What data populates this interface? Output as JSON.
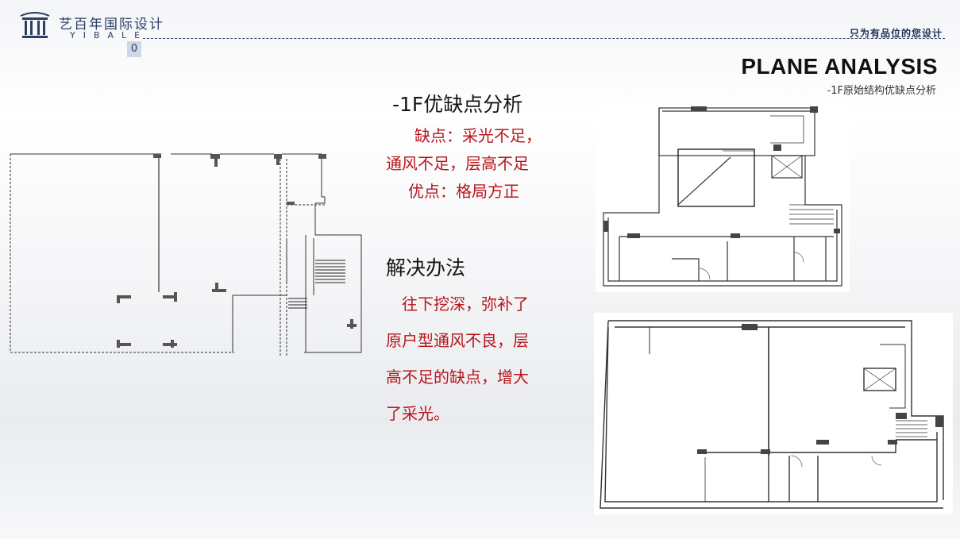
{
  "brand": {
    "name_cn": "艺百年国际设计",
    "name_en": "YIBALE",
    "page_number": "0"
  },
  "header": {
    "slogan": "只为有品位的您设计",
    "title": "PLANE ANALYSIS",
    "subtitle": "-1F原始结构优缺点分析"
  },
  "analysis": {
    "heading": "-1F优缺点分析",
    "cons_lines": [
      "缺点：采光不足，",
      "通风不足，层高不足"
    ],
    "pros_line": "优点：格局方正"
  },
  "solution": {
    "heading": "解决办法",
    "lines": [
      "往下挖深，弥补了",
      "原户型通风不良，层",
      "高不足的缺点，增大",
      "了采光。"
    ]
  },
  "colors": {
    "accent_red": "#b8151b",
    "brand_navy": "#2c3e63"
  }
}
